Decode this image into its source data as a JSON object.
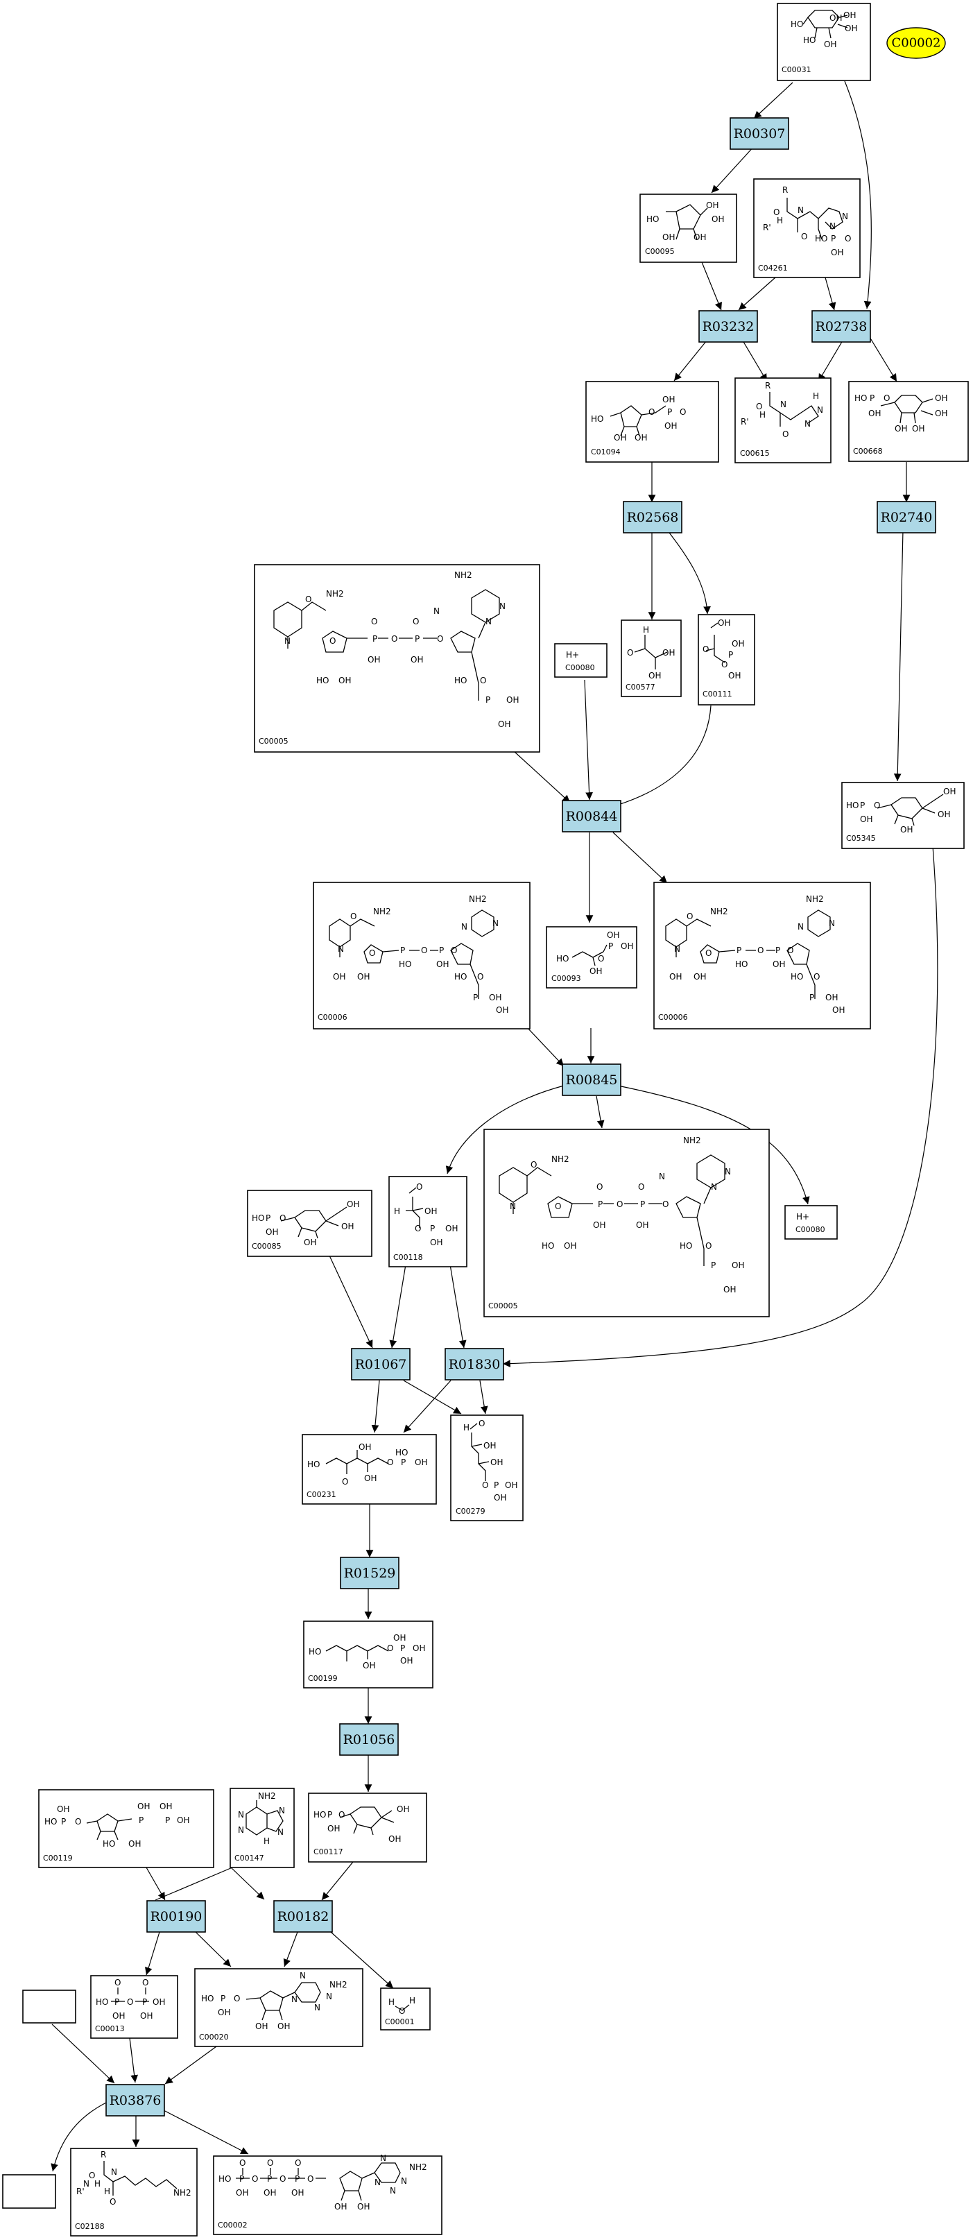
{
  "pathway": {
    "label": "C00002"
  },
  "reactions": [
    "R00307",
    "R03232",
    "R02738",
    "R02568",
    "R02740",
    "R00844",
    "R00845",
    "R01067",
    "R01830",
    "R01529",
    "R01056",
    "R00190",
    "R00182",
    "R03876"
  ],
  "compounds": [
    {
      "id": "C00031",
      "atoms": [
        "HO",
        "OH",
        "HO",
        "OH",
        "OH",
        "OH"
      ]
    },
    {
      "id": "C00095",
      "atoms": [
        "HO",
        "OH",
        "OH",
        "OH",
        "OH"
      ]
    },
    {
      "id": "C04261",
      "atoms": [
        "R",
        "O",
        "N",
        "O",
        "R'",
        "H",
        "N",
        "HO",
        "P",
        "O",
        "OH",
        "N"
      ]
    },
    {
      "id": "C01094",
      "atoms": [
        "HO",
        "O",
        "OH",
        "P",
        "O",
        "OH",
        "OH",
        "OH"
      ]
    },
    {
      "id": "C00615",
      "atoms": [
        "R",
        "O",
        "N",
        "H",
        "R'",
        "N",
        "O",
        "H",
        "N"
      ]
    },
    {
      "id": "C00668",
      "atoms": [
        "HO",
        "P",
        "O",
        "OH",
        "OH",
        "OH",
        "OH",
        "OH"
      ]
    },
    {
      "id": "C00005",
      "atoms": [
        "NH2",
        "O",
        "NH2",
        "N",
        "N",
        "O",
        "O",
        "O",
        "N",
        "P",
        "O",
        "P",
        "O",
        "OH",
        "OH",
        "N",
        "HO",
        "OH",
        "HO",
        "O",
        "P",
        "OH",
        "OH"
      ]
    },
    {
      "id": "C00080",
      "atoms": [
        "H+"
      ]
    },
    {
      "id": "C00577",
      "atoms": [
        "H",
        "O",
        "OH",
        "OH"
      ]
    },
    {
      "id": "C00111",
      "atoms": [
        "OH",
        "O",
        "P",
        "OH",
        "O",
        "OH"
      ]
    },
    {
      "id": "C05345",
      "atoms": [
        "HO",
        "P",
        "O",
        "OH",
        "OH",
        "OH",
        "OH"
      ]
    },
    {
      "id": "C00006",
      "atoms": [
        "NH2",
        "O",
        "NH2",
        "N",
        "N",
        "OH",
        "OH",
        "N",
        "O",
        "P",
        "O",
        "P",
        "O",
        "HO",
        "OH",
        "HO",
        "O",
        "P",
        "OH",
        "OH"
      ]
    },
    {
      "id": "C00093",
      "atoms": [
        "OH",
        "P",
        "OH",
        "HO",
        "O",
        "OH"
      ]
    },
    {
      "id": "C00085",
      "atoms": [
        "HO",
        "P",
        "O",
        "OH",
        "OH",
        "OH",
        "OH"
      ]
    },
    {
      "id": "C00118",
      "atoms": [
        "O",
        "H",
        "OH",
        "O",
        "P",
        "OH",
        "OH"
      ]
    },
    {
      "id": "C00231",
      "atoms": [
        "HO",
        "OH",
        "HO",
        "P",
        "OH",
        "O",
        "OH",
        "O"
      ]
    },
    {
      "id": "C00279",
      "atoms": [
        "H",
        "O",
        "OH",
        "OH",
        "O",
        "P",
        "OH",
        "OH"
      ]
    },
    {
      "id": "C00199",
      "atoms": [
        "HO",
        "OH",
        "OH",
        "P",
        "O",
        "OH",
        "OH"
      ]
    },
    {
      "id": "C00117",
      "atoms": [
        "HO",
        "P",
        "O",
        "OH",
        "OH",
        "OH"
      ]
    },
    {
      "id": "C00119",
      "atoms": [
        "HO",
        "P",
        "OH",
        "O",
        "P",
        "OH",
        "OH",
        "P",
        "OH",
        "HO",
        "OH"
      ]
    },
    {
      "id": "C00147",
      "atoms": [
        "NH2",
        "N",
        "N",
        "N",
        "N",
        "H"
      ]
    },
    {
      "id": "C00013",
      "atoms": [
        "O",
        "O",
        "HO",
        "P",
        "O",
        "P",
        "OH",
        "OH",
        "OH"
      ]
    },
    {
      "id": "C00020",
      "atoms": [
        "N",
        "NH2",
        "HO",
        "P",
        "O",
        "OH",
        "N",
        "N",
        "N",
        "OH",
        "OH"
      ]
    },
    {
      "id": "C00001",
      "atoms": [
        "H",
        "O",
        "H"
      ]
    },
    {
      "id": "C02188",
      "atoms": [
        "R",
        "O",
        "N",
        "H",
        "R'",
        "O",
        "NH2",
        "N",
        "H"
      ]
    },
    {
      "id": "C00002",
      "atoms": [
        "O",
        "O",
        "O",
        "HO",
        "P",
        "O",
        "P",
        "O",
        "P",
        "O",
        "OH",
        "OH",
        "OH",
        "N",
        "NH2",
        "N",
        "N",
        "N",
        "OH",
        "OH"
      ]
    }
  ]
}
